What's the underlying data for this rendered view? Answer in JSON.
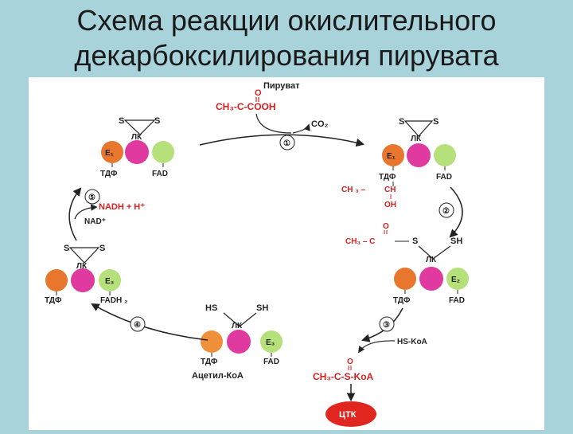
{
  "title": {
    "line1": "Схема реакции окислительного",
    "line2": "декарбоксилирования пирувата"
  },
  "diagram": {
    "pyruvate": {
      "name": "Пируват",
      "oxygen": "O",
      "formula": "CH₃-C-COOH"
    },
    "co2": "CO₂",
    "steps": [
      "①",
      "②",
      "③",
      "④",
      "⑤"
    ],
    "complex": {
      "s": "S",
      "sh": "SH",
      "hs": "HS",
      "lk": "ЛК",
      "tdf": "ТДФ",
      "fad": "FAD",
      "fadh2": "FADH ₂",
      "e1": "E₁",
      "e2": "E₂",
      "e3": "E₃"
    },
    "hydroxyethyl": {
      "ch3": "CH ₃ –",
      "ch": "CH",
      "oh": "OH"
    },
    "acetyl_lk": {
      "ch3": "CH₃ – C",
      "o": "O"
    },
    "nadh": "NADH + H⁺",
    "nad": "NAD⁺",
    "hs_koa": "HS-KoA",
    "acetyl_koa_label": "Ацетил-КоА",
    "acetyl_koa_formula": "CH₃-C-S-KoA",
    "acetyl_koa_o": "O",
    "tck": "ЦТК"
  },
  "colors": {
    "background": "#a9d3db",
    "e1": "#e8762d",
    "e2": "#e03aa0",
    "e3": "#b6e07a",
    "tdf_ball": "#f0903a",
    "tck": "#e0261f",
    "red_text": "#d42020"
  }
}
